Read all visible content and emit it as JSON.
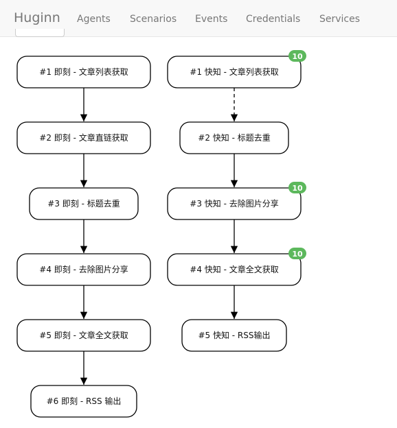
{
  "navbar": {
    "brand": "Huginn",
    "links": [
      "Agents",
      "Scenarios",
      "Events",
      "Credentials",
      "Services"
    ]
  },
  "graph": {
    "accent_badge_color": "#5cb85c",
    "nodes": [
      {
        "id": "a1",
        "label": "#1 即刻 - 文章列表获取"
      },
      {
        "id": "a2",
        "label": "#2 即刻 - 文章直链获取"
      },
      {
        "id": "a3",
        "label": "#3 即刻 - 标题去重"
      },
      {
        "id": "a4",
        "label": "#4 即刻 - 去除图片分享"
      },
      {
        "id": "a5",
        "label": "#5 即刻 - 文章全文获取"
      },
      {
        "id": "a6",
        "label": "#6 即刻 - RSS 输出"
      },
      {
        "id": "b1",
        "label": "#1 快知 - 文章列表获取",
        "badge": "10"
      },
      {
        "id": "b2",
        "label": "#2 快知 - 标题去重"
      },
      {
        "id": "b3",
        "label": "#3 快知 - 去除图片分享",
        "badge": "10"
      },
      {
        "id": "b4",
        "label": "#4 快知 - 文章全文获取",
        "badge": "10"
      },
      {
        "id": "b5",
        "label": "#5 快知 - RSS输出"
      }
    ],
    "edges": [
      {
        "from": "a1",
        "to": "a2",
        "style": "solid"
      },
      {
        "from": "a2",
        "to": "a3",
        "style": "solid"
      },
      {
        "from": "a3",
        "to": "a4",
        "style": "solid"
      },
      {
        "from": "a4",
        "to": "a5",
        "style": "solid"
      },
      {
        "from": "a5",
        "to": "a6",
        "style": "solid"
      },
      {
        "from": "b1",
        "to": "b2",
        "style": "dashed"
      },
      {
        "from": "b2",
        "to": "b3",
        "style": "solid"
      },
      {
        "from": "b3",
        "to": "b4",
        "style": "solid"
      },
      {
        "from": "b4",
        "to": "b5",
        "style": "solid"
      }
    ]
  }
}
